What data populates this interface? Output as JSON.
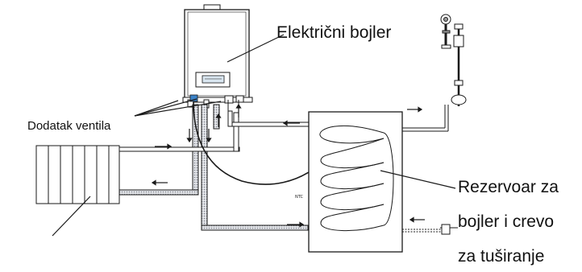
{
  "labels": {
    "boiler": "Električni bojler",
    "valve_addon": "Dodatak ventila",
    "tank_line1": "Rezervoar za",
    "tank_line2": "bojler i crevo",
    "tank_line3": "za tuširanje",
    "ntc": "NTC"
  },
  "colors": {
    "line": "#1a1a1a",
    "pipe_fill": "#c9ccd4",
    "accent_blue": "#3a82c7"
  },
  "icons": [
    "boiler-unit",
    "shower-head",
    "radiator",
    "coil-tank",
    "flow-arrow"
  ]
}
